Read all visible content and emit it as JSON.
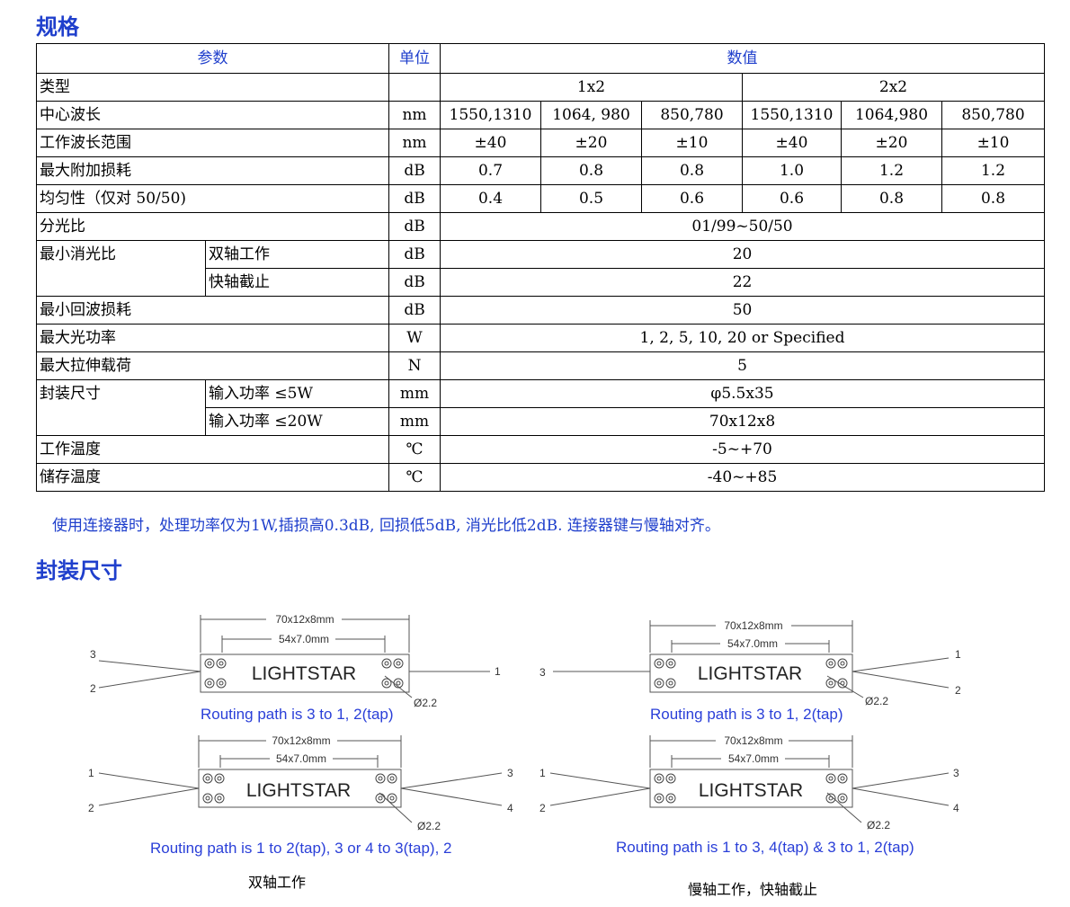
{
  "titles": {
    "spec": "规格",
    "package": "封装尺寸"
  },
  "table": {
    "header": {
      "param": "参数",
      "unit": "单位",
      "value": "数值"
    },
    "type_row": {
      "label": "类型",
      "g1": "1x2",
      "g2": "2x2"
    },
    "center_wl": {
      "label": "中心波长",
      "unit": "nm",
      "values": [
        "1550,1310",
        "1064, 980",
        "850,780",
        "1550,1310",
        "1064,980",
        "850,780"
      ]
    },
    "range": {
      "label": "工作波长范围",
      "unit": "nm",
      "values": [
        "±40",
        "±20",
        "±10",
        "±40",
        "±20",
        "±10"
      ]
    },
    "excess_loss": {
      "label": "最大附加损耗",
      "unit": "dB",
      "values": [
        "0.7",
        "0.8",
        "0.8",
        "1.0",
        "1.2",
        "1.2"
      ]
    },
    "uniformity": {
      "label": "均匀性（仅对 50/50)",
      "unit": "dB",
      "values": [
        "0.4",
        "0.5",
        "0.6",
        "0.6",
        "0.8",
        "0.8"
      ]
    },
    "split": {
      "label": "分光比",
      "unit": "dB",
      "value": "01/99~50/50"
    },
    "extinction": {
      "label": "最小消光比",
      "sub1": "双轴工作",
      "unit1": "dB",
      "value1": "20",
      "sub2": "快轴截止",
      "unit2": "dB",
      "value2": "22"
    },
    "return_loss": {
      "label": "最小回波损耗",
      "unit": "dB",
      "value": "50"
    },
    "power": {
      "label": "最大光功率",
      "unit": "W",
      "value": "1, 2, 5, 10, 20 or Specified"
    },
    "tensile": {
      "label": "最大拉伸载荷",
      "unit": "N",
      "value": "5"
    },
    "pkg": {
      "label": "封装尺寸",
      "sub1": "输入功率 ≤5W",
      "unit1": "mm",
      "value1": "φ5.5x35",
      "sub2": "输入功率 ≤20W",
      "unit2": "mm",
      "value2": "70x12x8"
    },
    "op_temp": {
      "label": "工作温度",
      "unit": "℃",
      "value": "-5~+70"
    },
    "st_temp": {
      "label": "储存温度",
      "unit": "℃",
      "value": "-40~+85"
    }
  },
  "note": "使用连接器时，处理功率仅为1W,插损高0.3dB, 回损低5dB, 消光比低2dB. 连接器键与慢轴对齐。",
  "diagrams": {
    "outer_dim": "70x12x8mm",
    "inner_dim": "54x7.0mm",
    "brand": "LIGHTSTAR",
    "hole": "Ø2.2",
    "d1": {
      "ports": [
        "3",
        "2",
        "1"
      ],
      "routing": "Routing path is 3 to 1, 2(tap)"
    },
    "d2": {
      "ports": [
        "3",
        "1",
        "2"
      ],
      "routing": "Routing path is 3 to 1, 2(tap)"
    },
    "d3": {
      "ports": [
        "1",
        "2",
        "3",
        "4"
      ],
      "routing": "Routing path is 1 to 2(tap), 3 or 4 to 3(tap), 2"
    },
    "d4": {
      "ports": [
        "1",
        "2",
        "3",
        "4"
      ],
      "routing": "Routing path is 1 to 3, 4(tap) & 3 to 1, 2(tap)"
    }
  },
  "captions": {
    "left": "双轴工作",
    "right": "慢轴工作，快轴截止"
  },
  "colors": {
    "heading": "#1f3fcc",
    "routing": "#2a3fd8"
  }
}
